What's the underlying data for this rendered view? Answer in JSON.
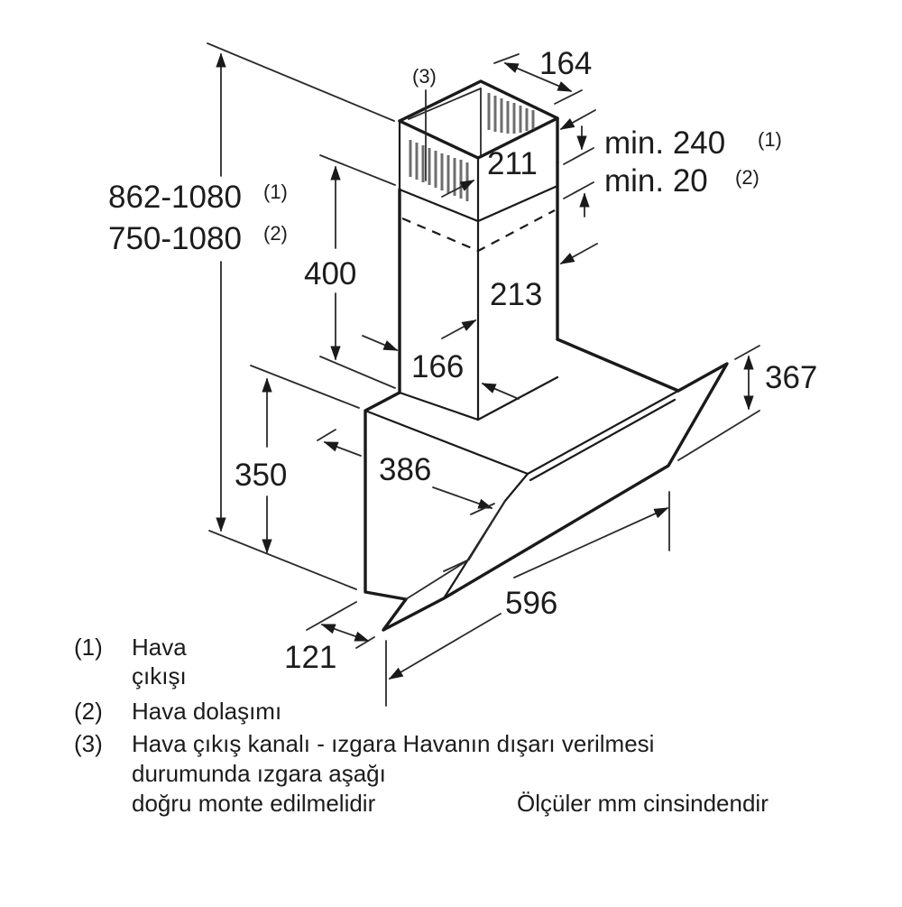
{
  "drawing": {
    "title": "Cooker hood dimension drawing",
    "unit_note": "Ölçüler mm cinsindendir",
    "line_color": "#1a1a1a",
    "background": "#ffffff"
  },
  "dimensions": {
    "chimney_width_top": "164",
    "chimney_depth_top": "211",
    "chimney_depth_lower": "213",
    "chimney_width_lower": "166",
    "chimney_height": "400",
    "clearance_outlet": "min. 240",
    "clearance_outlet_ref": "(1)",
    "clearance_recirc": "min. 20",
    "clearance_recirc_ref": "(2)",
    "total_height_outlet": "862-1080",
    "total_height_outlet_ref": "(1)",
    "total_height_recirc": "750-1080",
    "total_height_recirc_ref": "(2)",
    "body_height": "350",
    "body_depth": "386",
    "glass_height": "367",
    "width": "596",
    "glass_offset": "121",
    "grille_callout": "(3)"
  },
  "legend": [
    {
      "num": "(1)",
      "lines": [
        "Hava",
        "çıkışı"
      ]
    },
    {
      "num": "(2)",
      "lines": [
        "Hava dolaşımı"
      ]
    },
    {
      "num": "(3)",
      "lines": [
        "Hava çıkış kanalı - ızgara Havanın dışarı verilmesi",
        "durumunda ızgara aşağı",
        "doğru monte edilmelidir"
      ]
    }
  ]
}
